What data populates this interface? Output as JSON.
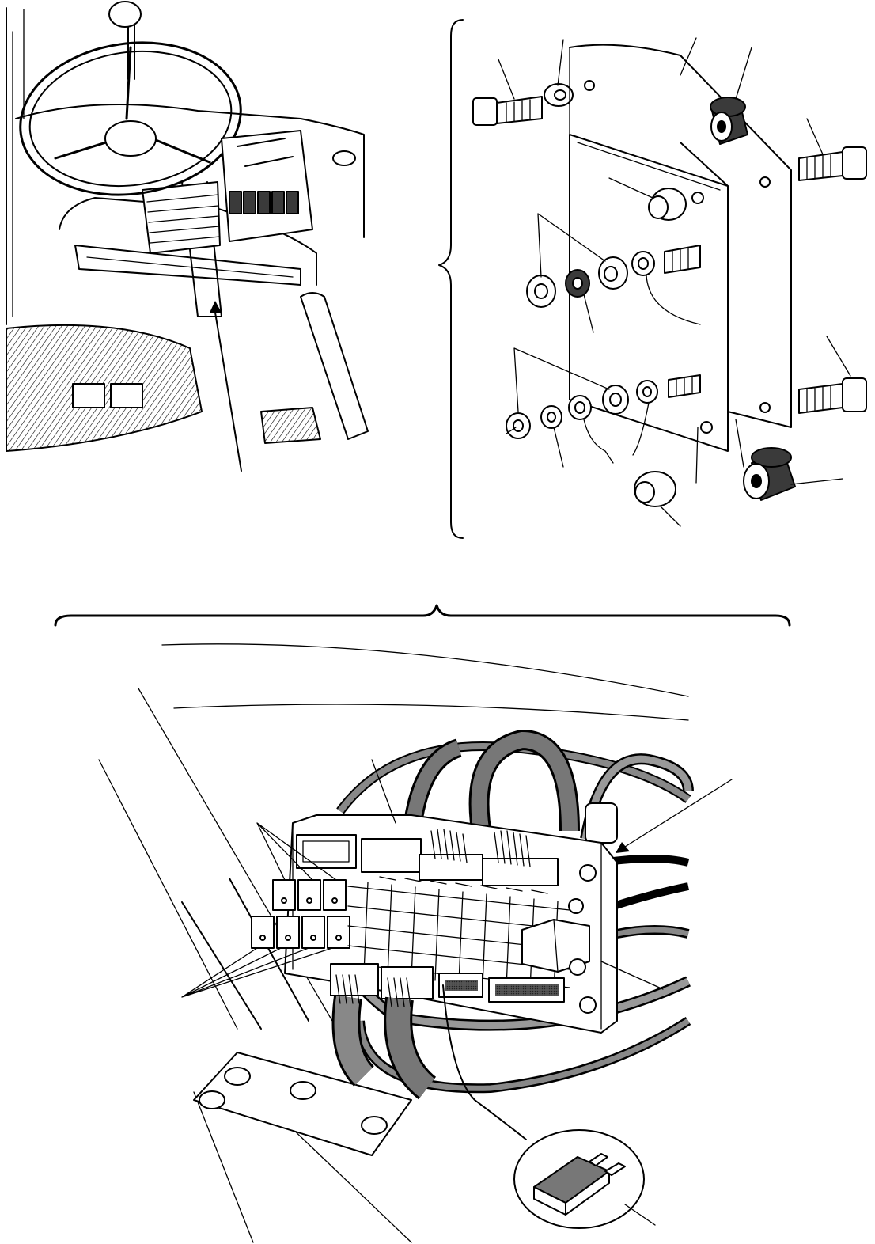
{
  "figure": {
    "panels": [
      {
        "name": "cab-overview",
        "view": "operator-cab-dashboard"
      },
      {
        "name": "mounting-plate-exploded",
        "view": "exploded-assembly"
      },
      {
        "name": "fuse-relay-box",
        "view": "wiring-junction-box"
      }
    ],
    "colors": {
      "ink": "#000000",
      "paper": "#ffffff",
      "shade": "#777777",
      "dark-shade": "#3a3a3a"
    },
    "icons": [
      "blade-fuse-icon",
      "bolt-icon",
      "nut-icon",
      "washer-icon",
      "rubber-mount-icon",
      "relay-icon"
    ]
  }
}
